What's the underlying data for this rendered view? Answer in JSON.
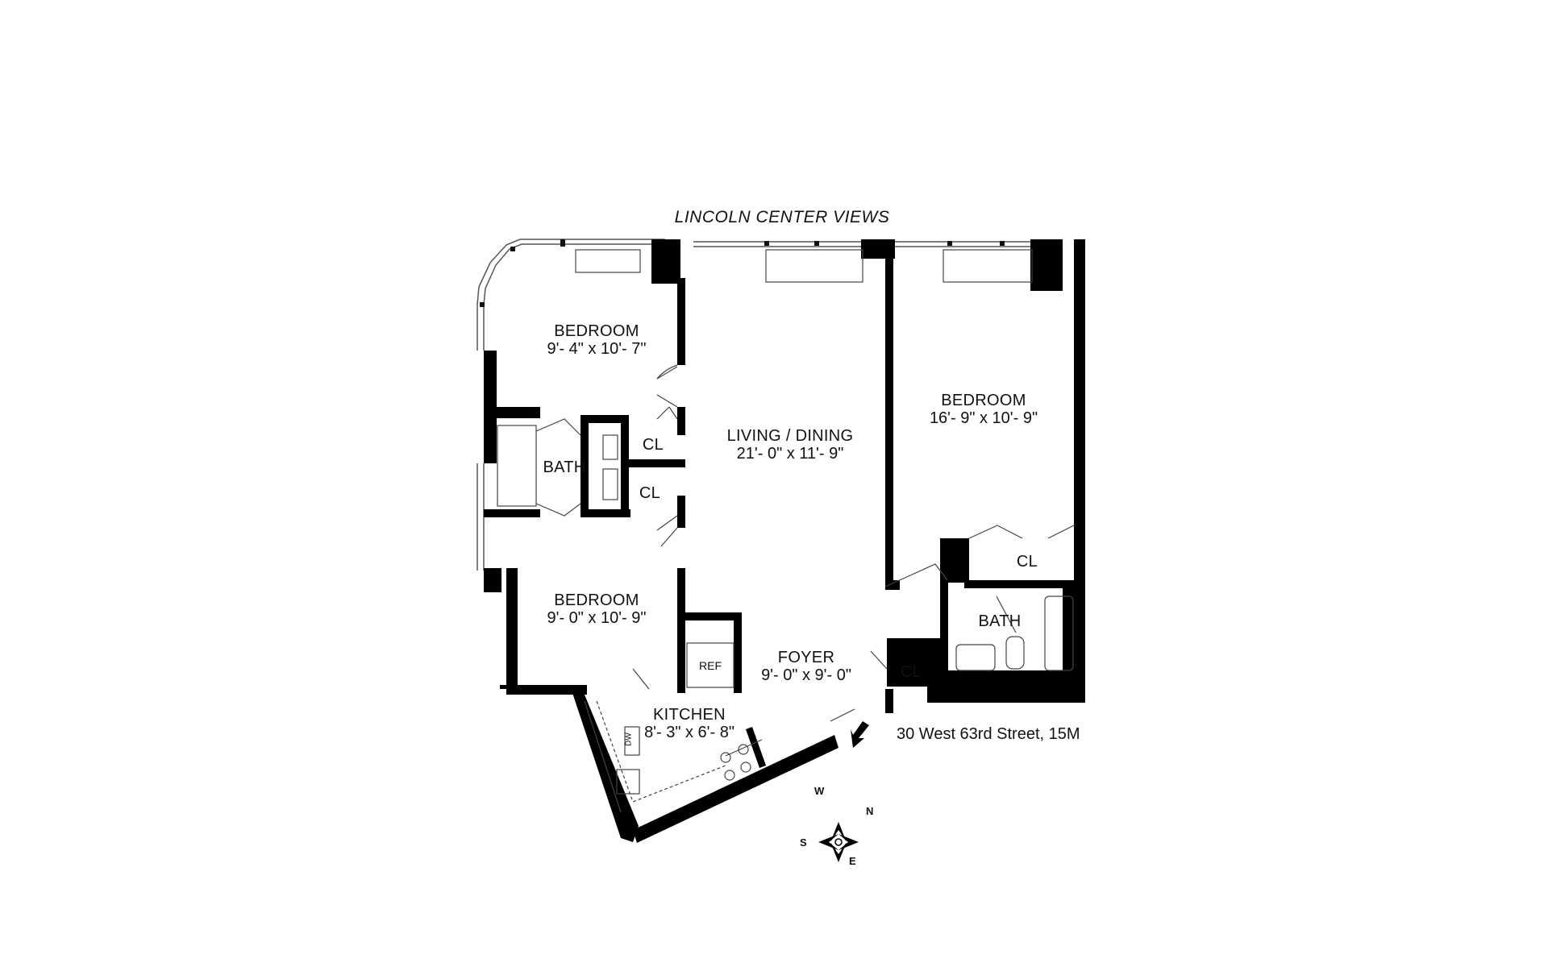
{
  "header": {
    "views_label": "LINCOLN CENTER VIEWS"
  },
  "rooms": {
    "bedroom_nw": {
      "name": "BEDROOM",
      "dims": "9'- 4\" x 10'- 7\""
    },
    "bedroom_sw": {
      "name": "BEDROOM",
      "dims": "9'- 0\" x 10'- 9\""
    },
    "bedroom_e": {
      "name": "BEDROOM",
      "dims": "16'- 9\" x 10'- 9\""
    },
    "living": {
      "name": "LIVING / DINING",
      "dims": "21'- 0\" x 11'- 9\""
    },
    "foyer": {
      "name": "FOYER",
      "dims": "9'- 0\" x 9'- 0\""
    },
    "kitchen": {
      "name": "KITCHEN",
      "dims": "8'- 3\" x 6'- 8\""
    },
    "bath_w": {
      "name": "BATH"
    },
    "bath_e": {
      "name": "BATH"
    }
  },
  "closets": {
    "cl1": "CL",
    "cl2": "CL",
    "cl3": "CL",
    "cl4": "CL"
  },
  "fixtures": {
    "ref": "REF",
    "dw": "DW"
  },
  "address": "30 West 63rd Street, 15M",
  "compass": {
    "n": "N",
    "s": "S",
    "e": "E",
    "w": "W"
  }
}
